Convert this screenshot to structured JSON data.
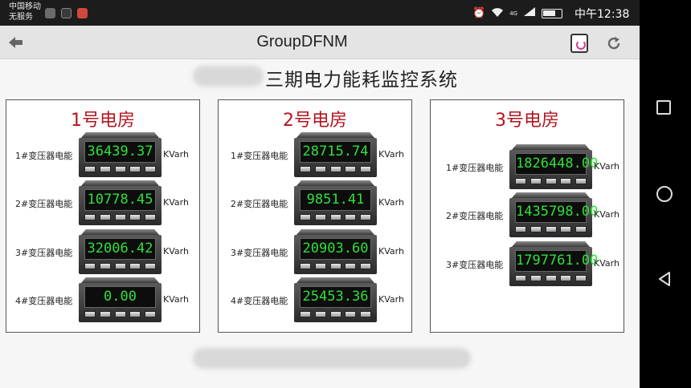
{
  "status_bar": {
    "carrier_line1": "中国移动",
    "carrier_line2": "无服务",
    "network": "4G",
    "clock": "中午12:38",
    "icons": [
      "alarm-icon",
      "wifi-icon",
      "signal-icon",
      "battery-icon"
    ]
  },
  "app_bar": {
    "title": "GroupDFNM",
    "back_icon": "back-arrow-icon",
    "open_icon": "open-external-icon",
    "refresh_icon": "refresh-icon"
  },
  "page": {
    "system_title": "三期电力能耗监控系统"
  },
  "colors": {
    "room_title": "#b4141e",
    "meter_digits": "#2fe03a"
  },
  "rooms": [
    {
      "title": "1号电房",
      "meters": [
        {
          "label": "1#变压器电能",
          "value": "36439.37",
          "unit": "KVarh"
        },
        {
          "label": "2#变压器电能",
          "value": "10778.45",
          "unit": "KVarh"
        },
        {
          "label": "3#变压器电能",
          "value": "32006.42",
          "unit": "KVarh"
        },
        {
          "label": "4#变压器电能",
          "value": "0.00",
          "unit": "KVarh"
        }
      ]
    },
    {
      "title": "2号电房",
      "meters": [
        {
          "label": "1#变压器电能",
          "value": "28715.74",
          "unit": "KVarh"
        },
        {
          "label": "2#变压器电能",
          "value": "9851.41",
          "unit": "KVarh"
        },
        {
          "label": "3#变压器电能",
          "value": "20903.60",
          "unit": "KVarh"
        },
        {
          "label": "4#变压器电能",
          "value": "25453.36",
          "unit": "KVarh"
        }
      ]
    },
    {
      "title": "3号电房",
      "meters": [
        {
          "label": "1#变压器电能",
          "value": "1826448.00",
          "unit": "KVarh"
        },
        {
          "label": "2#变压器电能",
          "value": "1435798.00",
          "unit": "KVarh"
        },
        {
          "label": "3#变压器电能",
          "value": "1797761.00",
          "unit": "KVarh"
        }
      ]
    }
  ],
  "nav_bar": {
    "icons": [
      "recent-apps-icon",
      "home-icon",
      "back-icon"
    ]
  }
}
